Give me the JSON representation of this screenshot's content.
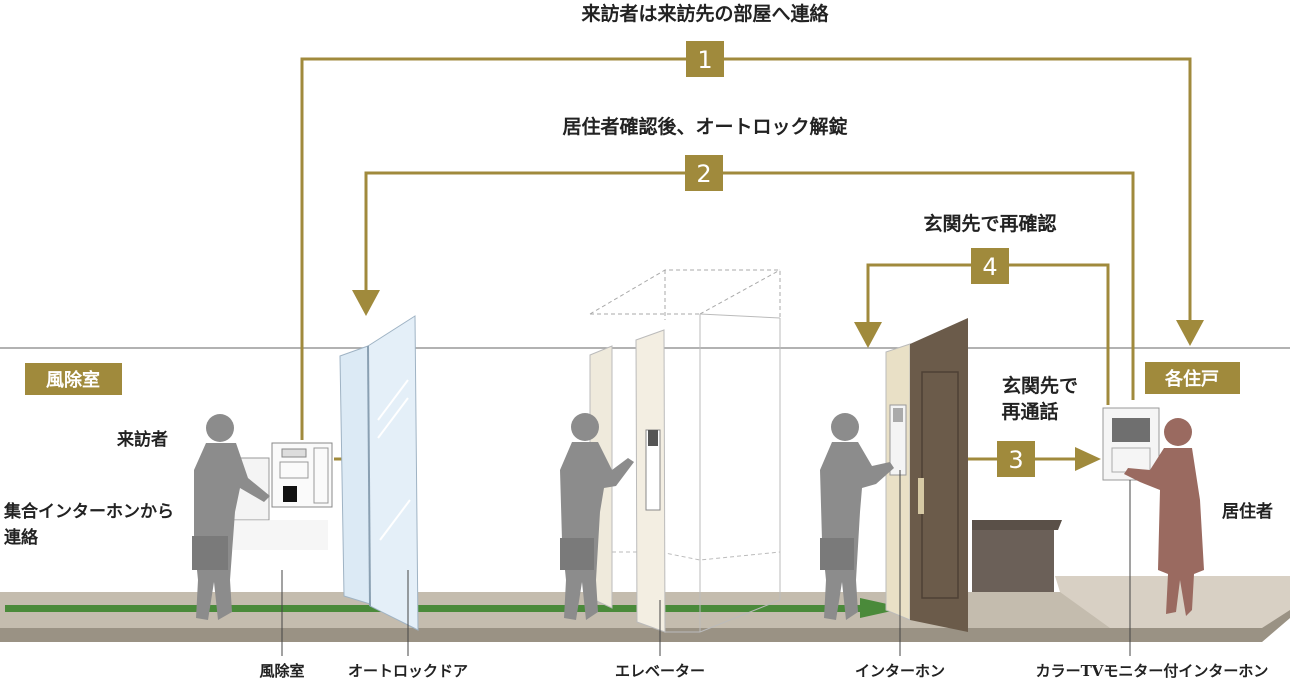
{
  "colors": {
    "accent": "#a08a3c",
    "silhouette": "#8c8c8c",
    "resident": "#9a6a60",
    "floor_stripe": "#4a8a3a",
    "door": "#6b5b4a",
    "glass": "#dceaf5"
  },
  "steps": [
    {
      "number": "1",
      "label": "来訪者は来訪先の部屋へ連絡"
    },
    {
      "number": "2",
      "label": "居住者確認後、オートロック解錠"
    },
    {
      "number": "3",
      "label_lines": [
        "玄関先で",
        "再通話"
      ]
    },
    {
      "number": "4",
      "label": "玄関先で再確認"
    }
  ],
  "zones": {
    "vestibule": "風除室",
    "each_unit": "各住戸"
  },
  "people": {
    "visitor": "来訪者",
    "resident": "居住者"
  },
  "annotation_lines": [
    "集合インターホンから",
    "連絡"
  ],
  "bottom_labels": [
    "風除室",
    "オートロックドア",
    "エレベーター",
    "インターホン",
    "カラーTVモニター付インターホン"
  ],
  "icons": {
    "visitor_figure": "person-silhouette-icon",
    "resident_figure": "person-silhouette-icon",
    "arrow_down": "arrow-down-icon",
    "arrow_right": "arrow-right-icon"
  }
}
